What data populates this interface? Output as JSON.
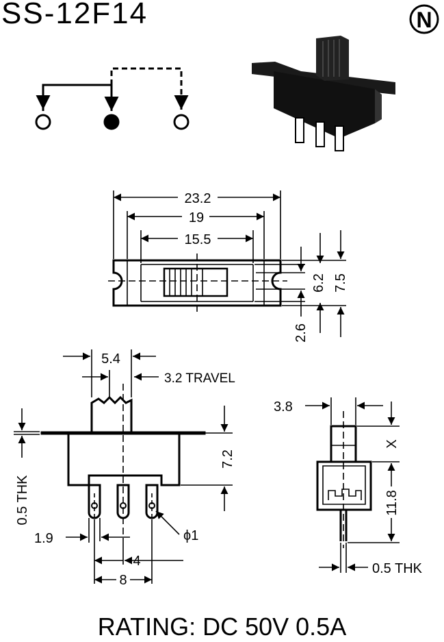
{
  "part_number": "SS-12F14",
  "logo_letter": "N",
  "rating": "RATING: DC 50V 0.5A",
  "top_view": {
    "overall_width": "23.2",
    "mount_pitch": "19",
    "body_length": "15.5",
    "body_height": "6.2",
    "overall_height": "7.5",
    "hole_offset": "2.6"
  },
  "front_view": {
    "actuator_width": "5.4",
    "travel": "3.2 TRAVEL",
    "body_height": "7.2",
    "plate_thickness": "0.5 THK",
    "terminal_width": "1.9",
    "hole_diameter": "ϕ1",
    "pin_pitch": "4",
    "outer_pitch": "8"
  },
  "side_view": {
    "actuator_width": "3.8",
    "actuator_height": "X",
    "body_height": "11.8",
    "terminal_thickness": "0.5 THK"
  }
}
